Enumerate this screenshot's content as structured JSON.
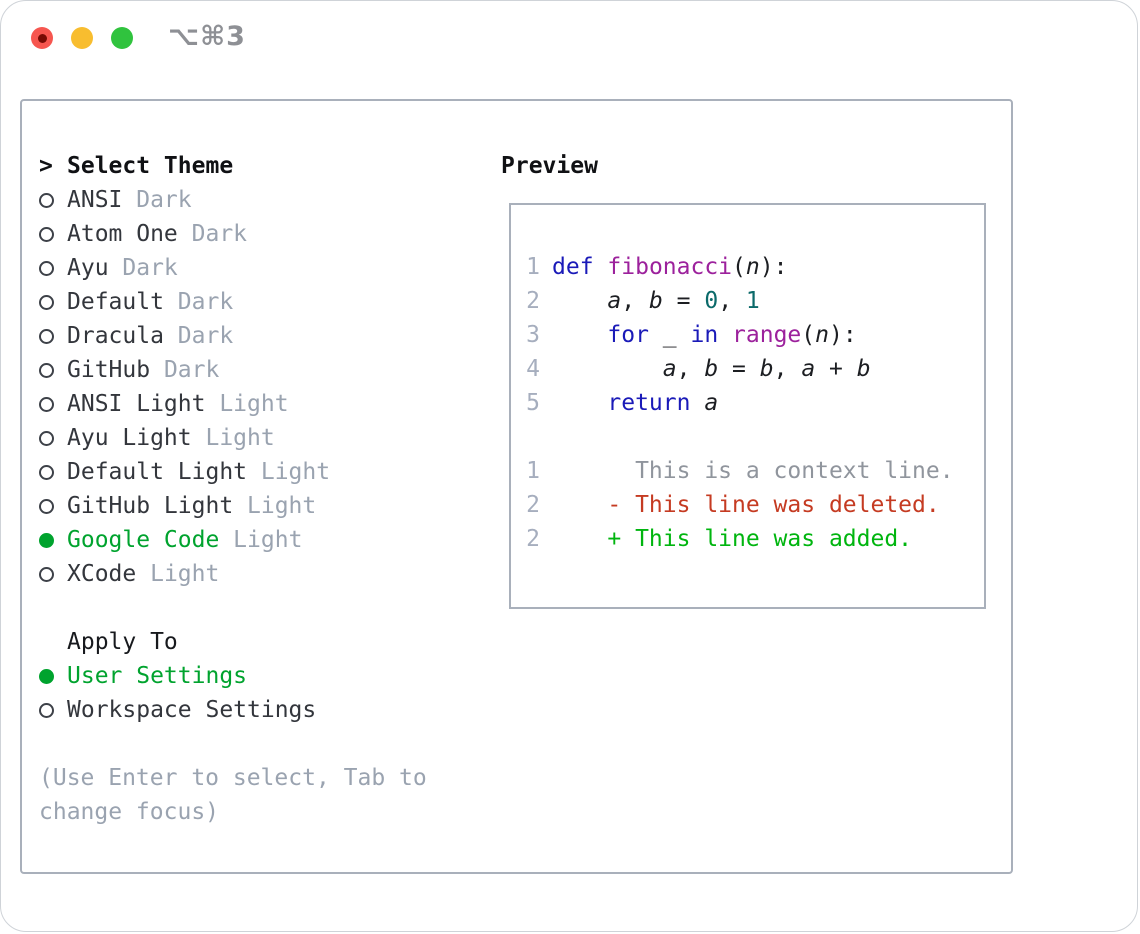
{
  "window": {
    "title": "⌥⌘3",
    "traffic_lights": [
      "close",
      "minimize",
      "zoom"
    ]
  },
  "colors": {
    "accent_green": "#00a32e",
    "keyword_blue": "#1a1ab8",
    "function_purple": "#9c219c",
    "literal_teal": "#0b6a6a",
    "diff_deleted_red": "#c53b22",
    "diff_added_green": "#00b50f",
    "muted_gray": "#9aa3b0",
    "line_number_gray": "#a6aebe",
    "context_gray": "#90959d",
    "border_gray": "#a9b0bb",
    "text_dark": "#33363c",
    "traffic_red": "#f6564f",
    "traffic_red_dot": "#770b04",
    "traffic_yellow": "#f8bd2f",
    "traffic_green": "#30c33e",
    "title_gray": "#8e9095"
  },
  "theme_panel": {
    "header_prefix": ">",
    "header_label": "Select Theme",
    "themes": [
      {
        "name": "ANSI",
        "variant": "Dark",
        "selected": false
      },
      {
        "name": "Atom One",
        "variant": "Dark",
        "selected": false
      },
      {
        "name": "Ayu",
        "variant": "Dark",
        "selected": false
      },
      {
        "name": "Default",
        "variant": "Dark",
        "selected": false
      },
      {
        "name": "Dracula",
        "variant": "Dark",
        "selected": false
      },
      {
        "name": "GitHub",
        "variant": "Dark",
        "selected": false
      },
      {
        "name": "ANSI Light",
        "variant": "Light",
        "selected": false
      },
      {
        "name": "Ayu Light",
        "variant": "Light",
        "selected": false
      },
      {
        "name": "Default Light",
        "variant": "Light",
        "selected": false
      },
      {
        "name": "GitHub Light",
        "variant": "Light",
        "selected": false
      },
      {
        "name": "Google Code",
        "variant": "Light",
        "selected": true
      },
      {
        "name": "XCode",
        "variant": "Light",
        "selected": false
      }
    ],
    "apply_to_label": "Apply To",
    "apply_options": [
      {
        "name": "User Settings",
        "selected": true
      },
      {
        "name": "Workspace Settings",
        "selected": false
      }
    ],
    "hint": "(Use Enter to select, Tab to change focus)"
  },
  "preview": {
    "label": "Preview",
    "lines": [
      {
        "num": "1",
        "tokens": [
          [
            "kw",
            "def"
          ],
          [
            "pl",
            " "
          ],
          [
            "fn",
            "fibonacci"
          ],
          [
            "pl",
            "("
          ],
          [
            "var",
            "n"
          ],
          [
            "pl",
            "):"
          ]
        ]
      },
      {
        "num": "2",
        "tokens": [
          [
            "pl",
            "    "
          ],
          [
            "var",
            "a"
          ],
          [
            "pl",
            ", "
          ],
          [
            "var",
            "b"
          ],
          [
            "pl",
            " = "
          ],
          [
            "lit",
            "0"
          ],
          [
            "pl",
            ", "
          ],
          [
            "lit",
            "1"
          ]
        ]
      },
      {
        "num": "3",
        "tokens": [
          [
            "pl",
            "    "
          ],
          [
            "kw",
            "for"
          ],
          [
            "pl",
            " _ "
          ],
          [
            "kw",
            "in"
          ],
          [
            "pl",
            " "
          ],
          [
            "fn",
            "range"
          ],
          [
            "pl",
            "("
          ],
          [
            "var",
            "n"
          ],
          [
            "pl",
            "):"
          ]
        ]
      },
      {
        "num": "4",
        "tokens": [
          [
            "pl",
            "        "
          ],
          [
            "var",
            "a"
          ],
          [
            "pl",
            ", "
          ],
          [
            "var",
            "b"
          ],
          [
            "pl",
            " = "
          ],
          [
            "var",
            "b"
          ],
          [
            "pl",
            ", "
          ],
          [
            "var",
            "a"
          ],
          [
            "pl",
            " + "
          ],
          [
            "var",
            "b"
          ]
        ]
      },
      {
        "num": "5",
        "tokens": [
          [
            "pl",
            "    "
          ],
          [
            "kw",
            "return"
          ],
          [
            "pl",
            " "
          ],
          [
            "var",
            "a"
          ]
        ]
      },
      {
        "num": "",
        "tokens": []
      },
      {
        "num": "1",
        "tokens": [
          [
            "ctx",
            "      This is a context line."
          ]
        ]
      },
      {
        "num": "2",
        "tokens": [
          [
            "del",
            "    - This line was deleted."
          ]
        ]
      },
      {
        "num": "2",
        "tokens": [
          [
            "add",
            "    + This line was added."
          ]
        ]
      }
    ]
  }
}
